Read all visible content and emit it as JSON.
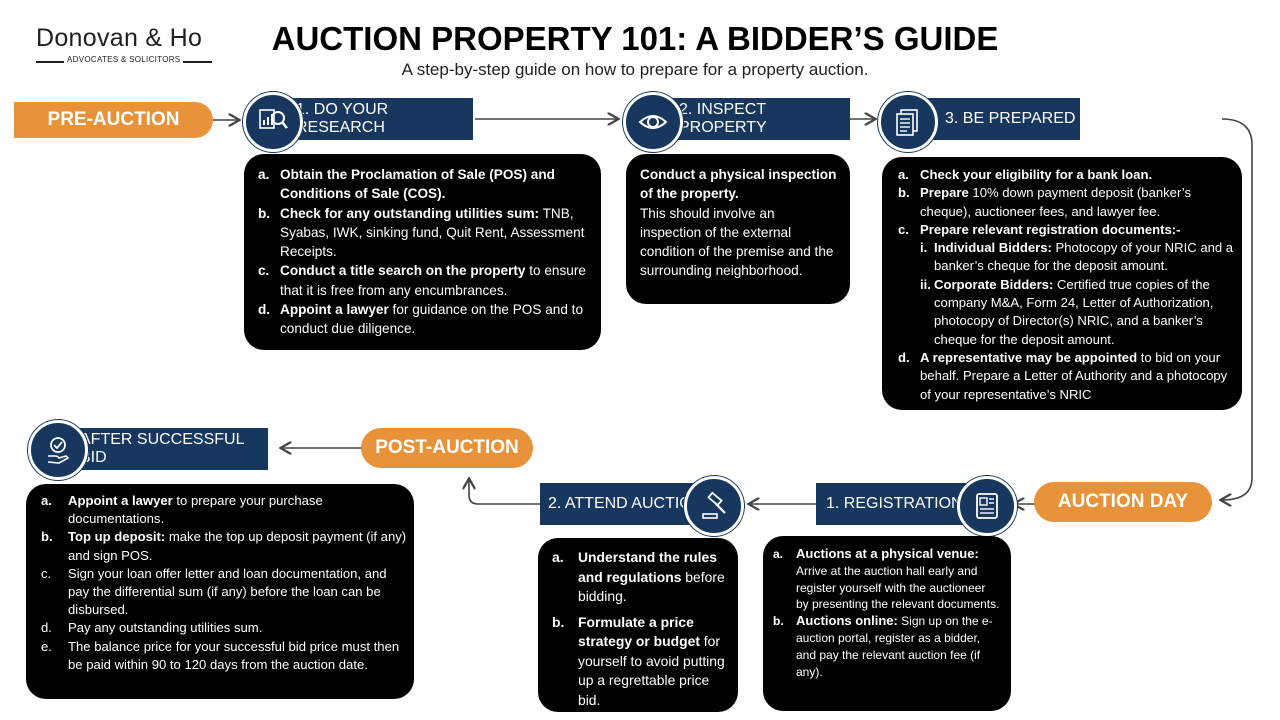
{
  "logo": {
    "name": "Donovan & Ho",
    "sub": "ADVOCATES & SOLICITORS"
  },
  "title": "AUCTION PROPERTY 101: A BIDDER’S GUIDE",
  "subtitle": "A step-by-step guide on how to prepare for a property auction.",
  "phases": {
    "pre": "PRE-AUCTION",
    "day": "AUCTION DAY",
    "post": "POST-AUCTION"
  },
  "steps": {
    "research": "1. DO YOUR RESEARCH",
    "inspect": "2. INSPECT PROPERTY",
    "prepared": "3. BE PREPARED",
    "registration": "1. REGISTRATION",
    "attend": "2. ATTEND AUCTION",
    "after": "AFTER SUCCESSFUL BID"
  },
  "research_box": [
    {
      "m": "a.",
      "b": "Obtain the Proclamation of Sale (POS) and Conditions of Sale (COS).",
      "t": ""
    },
    {
      "m": "b.",
      "b": "Check for any outstanding utilities sum:",
      "t": " TNB, Syabas, IWK, sinking fund, Quit Rent, Assessment Receipts."
    },
    {
      "m": "c.",
      "b": "Conduct a title search on the property",
      "t": " to ensure that it is free from any encumbrances."
    },
    {
      "m": "d.",
      "b": "Appoint a lawyer",
      "t": " for guidance on the POS and to conduct due diligence."
    }
  ],
  "inspect_box": {
    "b": "Conduct a physical inspection of the property.",
    "t": "This should involve an inspection of the external condition of the premise and the surrounding neighborhood."
  },
  "prepared_box": {
    "a": {
      "m": "a.",
      "b": "Check your eligibility for a bank loan.",
      "t": ""
    },
    "b": {
      "m": "b.",
      "b": "Prepare",
      "t": " 10% down payment deposit (banker’s cheque), auctioneer fees, and lawyer fee."
    },
    "c": {
      "m": "c.",
      "b": "Prepare relevant registration documents:-",
      "t": ""
    },
    "ci": {
      "m": "i.",
      "b": "Individual Bidders:",
      "t": " Photocopy of your NRIC and a banker’s cheque for the deposit amount."
    },
    "cii": {
      "m": "ii.",
      "b": "Corporate Bidders:",
      "t": " Certified true copies of the company M&A, Form 24, Letter of Authorization, photocopy of Director(s) NRIC, and a  banker’s cheque for the deposit amount."
    },
    "d": {
      "m": "d.",
      "b": "A representative may be appointed",
      "t": " to bid on your behalf. Prepare a Letter of Authority and a photocopy of your representative’s NRIC"
    }
  },
  "registration_box": [
    {
      "m": "a.",
      "b": "Auctions at a physical venue:",
      "t": "Arrive at the auction hall early and register yourself with the auctioneer by presenting the relevant documents."
    },
    {
      "m": "b.",
      "b": "Auctions online:",
      "t": " Sign up on the e-auction portal, register as a bidder, and pay the relevant auction fee (if any)."
    }
  ],
  "attend_box": [
    {
      "m": "a.",
      "b": "Understand the rules and regulations",
      "t": " before bidding."
    },
    {
      "m": "b.",
      "b": "Formulate a price strategy or budget",
      "t": " for yourself to avoid putting up a regrettable price bid."
    }
  ],
  "after_box": [
    {
      "m": "a.",
      "b": "Appoint a lawyer",
      "t": " to prepare your purchase documentations."
    },
    {
      "m": "b.",
      "b": "Top up deposit:",
      "t": " make the top up deposit payment (if any) and sign POS."
    },
    {
      "m": "c.",
      "b": "",
      "t": "Sign your loan offer letter and loan documentation, and pay the differential sum (if any) before the loan can be disbursed."
    },
    {
      "m": "d.",
      "b": "",
      "t": "Pay any outstanding utilities sum."
    },
    {
      "m": "e.",
      "b": "",
      "t": "The balance price for your successful bid price must then be paid within 90 to 120 days from the auction date."
    }
  ],
  "icons": [
    "magnifier-chart-icon",
    "eye-icon",
    "documents-icon",
    "id-card-icon",
    "gavel-icon",
    "hand-checkmark-icon"
  ],
  "colors": {
    "navy": "#17375e",
    "orange": "#e8923a",
    "box": "#000000"
  }
}
